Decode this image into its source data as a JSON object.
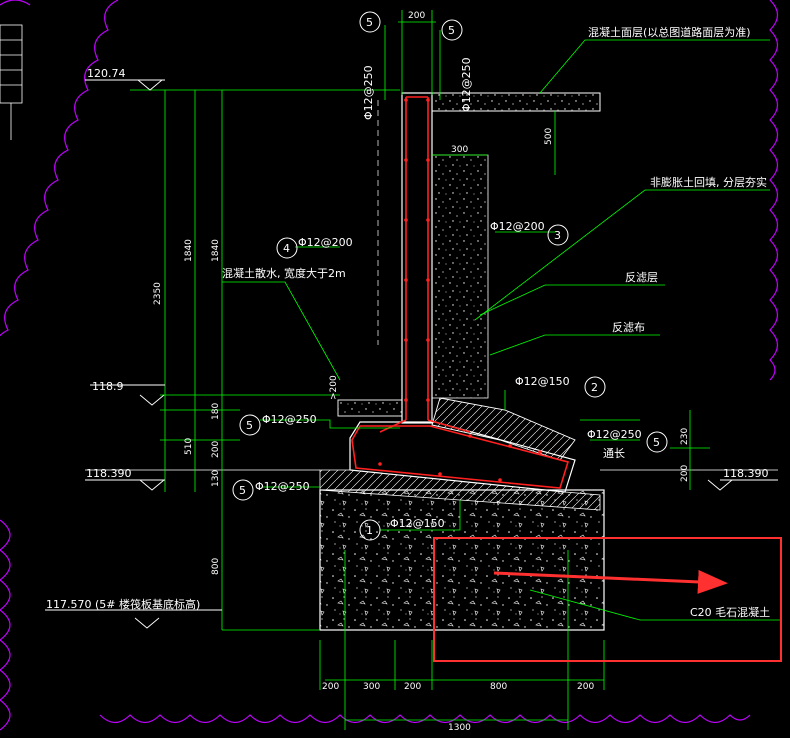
{
  "colors": {
    "background": "#000000",
    "dimension_line": "#00ff00",
    "rebar": "#ff2020",
    "outline": "#ffffff",
    "cloud": "#c000ff",
    "highlight": "#ff3030",
    "rebar_mark": "#ffffff"
  },
  "elevations": {
    "top": "120.74",
    "mid": "118.9",
    "ground_right": "118.390",
    "ground_left": "118.390",
    "base": "117.570 (5# 楼筏板基底标高)"
  },
  "annotations": {
    "concrete_surface": "混凝土面层(以总图道路面层为准)",
    "backfill": "非膨胀土回填, 分层夯实",
    "filter_layer": "反滤层",
    "filter_cloth": "反滤布",
    "apron": "混凝土散水, 宽度大于2m",
    "through_length": "通长",
    "rubble_concrete": "C20 毛石混凝土"
  },
  "rebar_marks": {
    "m1": "1",
    "m2": "2",
    "m3": "3",
    "m4": "4",
    "m5": "5"
  },
  "rebar_specs": {
    "wall_left": "Φ12@250",
    "wall_right": "Φ12@250",
    "wall_front": "Φ12@200",
    "wall_back": "Φ12@200",
    "heel_top": "Φ12@150",
    "heel_dist": "Φ12@250",
    "toe_dist": "Φ12@250",
    "base_dist": "Φ12@250",
    "base_main": "Φ12@150"
  },
  "dimensions": {
    "wall_top_width": "200",
    "slab_depth": "500",
    "step_width": "300",
    "overall_height": "2350",
    "wall_height_a": "1840",
    "wall_height_b": "1840",
    "lower_a": "510",
    "lower_b1": "180",
    "lower_b2": "200",
    "lower_b3": "130",
    "apron_thk": ">200",
    "right_230": "230",
    "right_200": "200",
    "base_depth": "800",
    "bottom_200a": "200",
    "bottom_300": "300",
    "bottom_200b": "200",
    "bottom_800": "800",
    "bottom_200c": "200",
    "bottom_total": "1300"
  }
}
